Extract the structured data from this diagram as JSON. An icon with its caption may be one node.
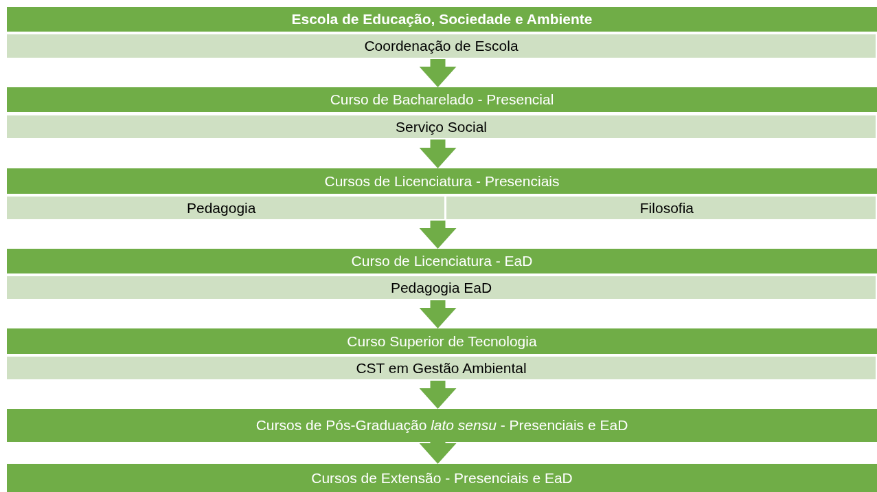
{
  "diagram": {
    "nodes": [
      {
        "text": [
          "Escola de Educação, Sociedade e Ambiente"
        ]
      },
      {
        "text": [
          "Coordenação de Escola"
        ]
      },
      {
        "text": [
          "Curso de Bacharelado - Presencial"
        ]
      },
      {
        "text": [
          "Serviço Social"
        ]
      },
      {
        "text": [
          "Cursos de Licenciatura - Presenciais"
        ]
      },
      {
        "text": [
          "Pedagogia"
        ]
      },
      {
        "text": [
          "Filosofia"
        ]
      },
      {
        "text": [
          "Curso de Licenciatura - EaD"
        ]
      },
      {
        "text": [
          "Pedagogia EaD"
        ]
      },
      {
        "text": [
          "Curso Superior de Tecnologia"
        ]
      },
      {
        "text": [
          "CST em Gestão Ambiental"
        ]
      },
      {
        "text": [
          "Cursos de Pós-Graduação *lato sensu* - Presenciais e EaD"
        ]
      },
      {
        "text": [
          "Cursos de Extensão - Presenciais e EaD"
        ]
      }
    ],
    "edges": [
      {
        "from": 1,
        "to": 2,
        "arrow": "to"
      },
      {
        "from": 3,
        "to": 4,
        "arrow": "to"
      },
      {
        "from": 5,
        "to": 7,
        "arrow": "to"
      },
      {
        "from": 6,
        "to": 7,
        "arrow": "to"
      },
      {
        "from": 8,
        "to": 9,
        "arrow": "to"
      },
      {
        "from": 10,
        "to": 11,
        "arrow": "to"
      },
      {
        "from": 11,
        "to": 12,
        "arrow": "to"
      }
    ]
  }
}
